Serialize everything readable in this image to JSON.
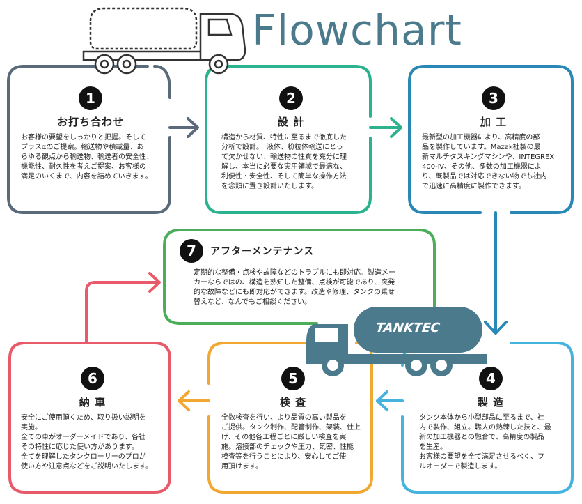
{
  "title": "Flowchart",
  "brand": "TANKTEC",
  "colors": {
    "step1": "#5a6a7a",
    "step2": "#2bb38f",
    "step3": "#2a88b6",
    "step4": "#45b3dd",
    "step5": "#f0a830",
    "step6": "#e85a6a",
    "step7": "#4cae5a",
    "truck": "#4a7a8c"
  },
  "steps": [
    {
      "number": "1",
      "title": "お打ち合わせ",
      "lines": [
        "お客様の要望をしっかりと把握。そして",
        "プラスαのご提案。輸送物や積載量、あ",
        "らゆる観点から輸送物、輸送者の安全性、",
        "機能性、耐久性を考えご提案、お客様の",
        "満足のいくまで、内容を詰めていきます。"
      ]
    },
    {
      "number": "2",
      "title": "設 計",
      "lines": [
        "構造から材質、特性に至るまで徹底した",
        "分析で設計。　液体、粉粒体輸送にとっ",
        "て欠かせない、輸送物の性質を充分に理",
        "解し、本当に必要な実用領域で最適な、",
        "利便性・安全性、そして簡単な操作方法",
        "を念頭に置き設計いたします。"
      ]
    },
    {
      "number": "3",
      "title": "加 工",
      "lines": [
        "最新型の加工機器により、高精度の部",
        "品を製作しています。Mazak社製の最",
        "新マルチタスキングマシンや、INTEGREX",
        "400-Ⅳ、その他、多数の加工機器によ",
        "り、既製品では対応できない物でも社内",
        "で迅速に高精度に製作できます。"
      ]
    },
    {
      "number": "4",
      "title": "製 造",
      "lines": [
        "タンク本体から小型部品に至るまで、社",
        "内で製作、組立。職人の熟練した技と、最",
        "新の加工機器との融合で、高精度の製品",
        "を生産。",
        "お客様の要望を全て満足させるべく、フ",
        "ルオーダーで製造します。"
      ]
    },
    {
      "number": "5",
      "title": "検 査",
      "lines": [
        "全数検査を行い、より品質の高い製品を",
        "ご提供。タンク制作、配管制作、架装、仕上",
        "げ、その他各工程ごとに厳しい検査を実",
        "施。溶接部のチェックや圧力、気密、性能",
        "検査等を行うことにより、安心してご使",
        "用頂けます。"
      ]
    },
    {
      "number": "6",
      "title": "納 車",
      "lines": [
        "安全にご使用頂くため、取り扱い説明を",
        "実施。",
        "全ての車がオーダーメイドであり、各社",
        "その特性に応じた使い方があります。",
        "全てを理解したタンクローリーのプロが",
        "使い方や注意点などをご説明いたします。"
      ]
    },
    {
      "number": "7",
      "title": "アフターメンテナンス",
      "lines": [
        "定期的な整備・点検や故障などのトラブルにも即対応。製造メー",
        "カーならではの、構造を熟知した整備、点検が可能であり、突発",
        "的な故障などにも即対応ができます。改造や修理、タンクの乗せ",
        "替えなど、なんでもご相談ください。"
      ]
    }
  ]
}
